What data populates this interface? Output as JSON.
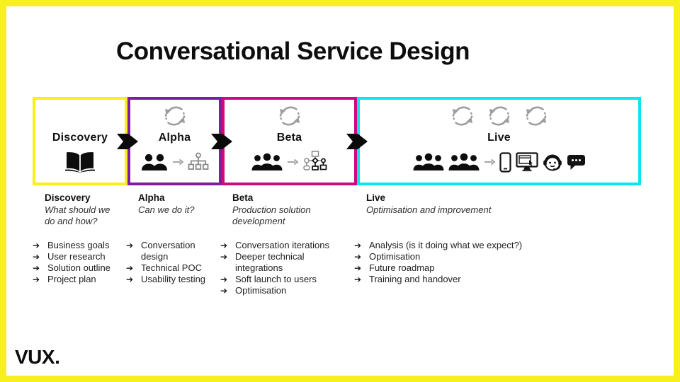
{
  "slide": {
    "title": "Conversational Service Design",
    "logo_text": "VUX."
  },
  "glyphs": {
    "bullet": "➔"
  },
  "colors": {
    "frame_yellow": "#F7F01E",
    "discovery_yellow": "#F7F01E",
    "alpha_purple": "#7A1FA0",
    "beta_magenta": "#CC0A80",
    "live_cyan": "#09E5F2",
    "icon_gray": "#9e9e9e",
    "text_dark": "#212121"
  },
  "phases": [
    {
      "label": "Discovery",
      "cycle_count": 0,
      "icons": [
        "open-book-icon"
      ],
      "section": {
        "title": "Discovery",
        "subtitle": "What should we do and how?",
        "bullets": [
          "Business goals",
          "User research",
          "Solution outline",
          "Project plan"
        ]
      }
    },
    {
      "label": "Alpha",
      "cycle_count": 1,
      "icons": [
        "cycle-icon",
        "two-people-icon",
        "flow-arrow-icon",
        "sitemap-icon"
      ],
      "section": {
        "title": "Alpha",
        "subtitle": "Can we do it?",
        "bullets": [
          "Conversation design",
          "Technical POC",
          "Usability testing"
        ]
      }
    },
    {
      "label": "Beta",
      "cycle_count": 1,
      "icons": [
        "cycle-icon",
        "three-people-icon",
        "flow-arrow-icon",
        "flowchart-icon"
      ],
      "section": {
        "title": "Beta",
        "subtitle": "Production solution development",
        "bullets": [
          "Conversation iterations",
          "Deeper technical integrations",
          "Soft launch to users",
          "Optimisation"
        ]
      }
    },
    {
      "label": "Live",
      "cycle_count": 3,
      "icons": [
        "cycle-icon",
        "cycle-icon",
        "cycle-icon",
        "three-people-icon",
        "three-people-icon",
        "flow-arrow-icon",
        "smartphone-icon",
        "desktop-monitor-icon",
        "support-agent-icon",
        "chat-bubble-icon"
      ],
      "section": {
        "title": "Live",
        "subtitle": "Optimisation and improvement",
        "bullets": [
          "Analysis (is it doing what we expect?)",
          "Optimisation",
          "Future roadmap",
          "Training and handover"
        ]
      }
    }
  ]
}
